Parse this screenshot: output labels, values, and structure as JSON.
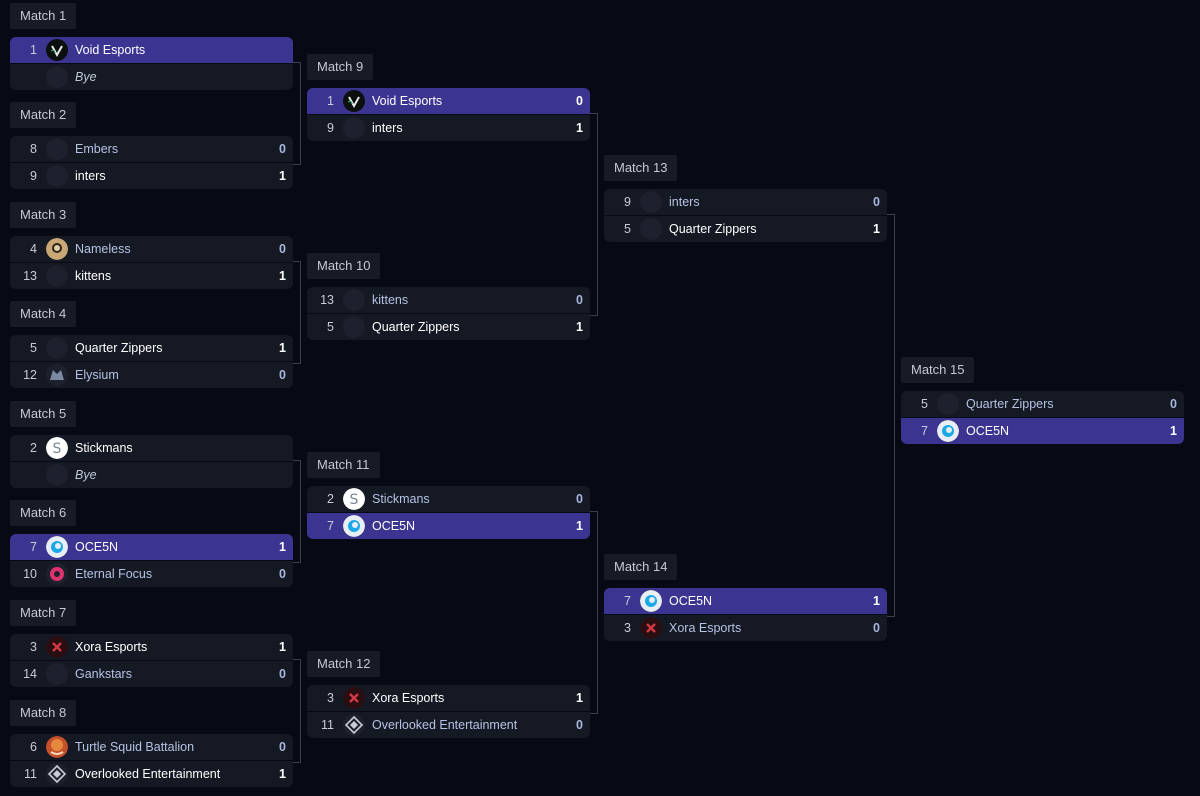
{
  "matches": [
    {
      "label": "Match 1",
      "teams": [
        {
          "seed": "1",
          "name": "Void Esports",
          "score": "",
          "logo": "void-esports-logo",
          "result": "win"
        },
        {
          "seed": "",
          "name": "Bye",
          "score": "",
          "logo": "empty-logo",
          "result": "bye"
        }
      ]
    },
    {
      "label": "Match 2",
      "teams": [
        {
          "seed": "8",
          "name": "Embers",
          "score": "0",
          "logo": "empty-logo",
          "result": "loss"
        },
        {
          "seed": "9",
          "name": "inters",
          "score": "1",
          "logo": "empty-logo",
          "result": "winner"
        }
      ]
    },
    {
      "label": "Match 3",
      "teams": [
        {
          "seed": "4",
          "name": "Nameless",
          "score": "0",
          "logo": "nameless-logo",
          "result": "loss"
        },
        {
          "seed": "13",
          "name": "kittens",
          "score": "1",
          "logo": "empty-logo",
          "result": "winner"
        }
      ]
    },
    {
      "label": "Match 4",
      "teams": [
        {
          "seed": "5",
          "name": "Quarter Zippers",
          "score": "1",
          "logo": "empty-logo",
          "result": "winner"
        },
        {
          "seed": "12",
          "name": "Elysium",
          "score": "0",
          "logo": "elysium-logo",
          "result": "loss"
        }
      ]
    },
    {
      "label": "Match 5",
      "teams": [
        {
          "seed": "2",
          "name": "Stickmans",
          "score": "",
          "logo": "stickmans-logo",
          "result": "winner"
        },
        {
          "seed": "",
          "name": "Bye",
          "score": "",
          "logo": "empty-logo",
          "result": "bye"
        }
      ]
    },
    {
      "label": "Match 6",
      "teams": [
        {
          "seed": "7",
          "name": "OCE5N",
          "score": "1",
          "logo": "oce5n-logo",
          "result": "win"
        },
        {
          "seed": "10",
          "name": "Eternal Focus",
          "score": "0",
          "logo": "eternal-focus-logo",
          "result": "loss"
        }
      ]
    },
    {
      "label": "Match 7",
      "teams": [
        {
          "seed": "3",
          "name": "Xora Esports",
          "score": "1",
          "logo": "xora-esports-logo",
          "result": "winner"
        },
        {
          "seed": "14",
          "name": "Gankstars",
          "score": "0",
          "logo": "empty-logo",
          "result": "loss"
        }
      ]
    },
    {
      "label": "Match 8",
      "teams": [
        {
          "seed": "6",
          "name": "Turtle Squid Battalion",
          "score": "0",
          "logo": "turtle-squid-logo",
          "result": "loss"
        },
        {
          "seed": "11",
          "name": "Overlooked Entertainment",
          "score": "1",
          "logo": "overlooked-logo",
          "result": "winner"
        }
      ]
    },
    {
      "label": "Match 9",
      "teams": [
        {
          "seed": "1",
          "name": "Void Esports",
          "score": "0",
          "logo": "void-esports-logo",
          "result": "win"
        },
        {
          "seed": "9",
          "name": "inters",
          "score": "1",
          "logo": "empty-logo",
          "result": "winner"
        }
      ]
    },
    {
      "label": "Match 10",
      "teams": [
        {
          "seed": "13",
          "name": "kittens",
          "score": "0",
          "logo": "empty-logo",
          "result": "loss"
        },
        {
          "seed": "5",
          "name": "Quarter Zippers",
          "score": "1",
          "logo": "empty-logo",
          "result": "winner"
        }
      ]
    },
    {
      "label": "Match 11",
      "teams": [
        {
          "seed": "2",
          "name": "Stickmans",
          "score": "0",
          "logo": "stickmans-logo",
          "result": "loss"
        },
        {
          "seed": "7",
          "name": "OCE5N",
          "score": "1",
          "logo": "oce5n-logo",
          "result": "win"
        }
      ]
    },
    {
      "label": "Match 12",
      "teams": [
        {
          "seed": "3",
          "name": "Xora Esports",
          "score": "1",
          "logo": "xora-esports-logo",
          "result": "winner"
        },
        {
          "seed": "11",
          "name": "Overlooked Entertainment",
          "score": "0",
          "logo": "overlooked-logo",
          "result": "loss"
        }
      ]
    },
    {
      "label": "Match 13",
      "teams": [
        {
          "seed": "9",
          "name": "inters",
          "score": "0",
          "logo": "empty-logo",
          "result": "loss"
        },
        {
          "seed": "5",
          "name": "Quarter Zippers",
          "score": "1",
          "logo": "empty-logo",
          "result": "winner"
        }
      ]
    },
    {
      "label": "Match 14",
      "teams": [
        {
          "seed": "7",
          "name": "OCE5N",
          "score": "1",
          "logo": "oce5n-logo",
          "result": "win"
        },
        {
          "seed": "3",
          "name": "Xora Esports",
          "score": "0",
          "logo": "xora-esports-logo",
          "result": "loss"
        }
      ]
    },
    {
      "label": "Match 15",
      "teams": [
        {
          "seed": "5",
          "name": "Quarter Zippers",
          "score": "0",
          "logo": "empty-logo",
          "result": "loss"
        },
        {
          "seed": "7",
          "name": "OCE5N",
          "score": "1",
          "logo": "oce5n-logo",
          "result": "win"
        }
      ]
    }
  ],
  "colors": {
    "background": "#070a14",
    "row": "#151923",
    "highlight": "#3b3591",
    "label_bg": "#171b26",
    "connector": "#3a3f4d",
    "text_winner": "#ffffff",
    "text_loser": "#b6c2e4"
  }
}
